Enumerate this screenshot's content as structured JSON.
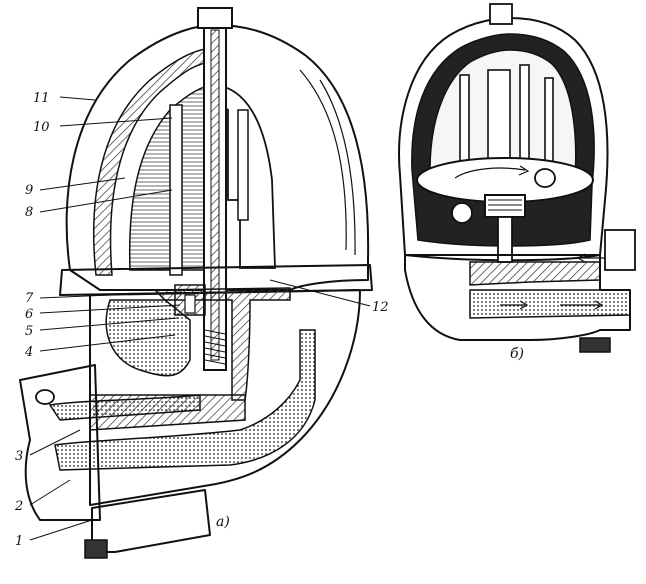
{
  "figure": {
    "view_a": {
      "caption": "a)",
      "callouts": [
        "1",
        "2",
        "3",
        "4",
        "5",
        "6",
        "7",
        "8",
        "9",
        "10",
        "11",
        "12"
      ]
    },
    "view_b": {
      "caption": "б)"
    },
    "colors": {
      "ink": "#111111",
      "paper": "#ffffff",
      "hatch": "#555555"
    }
  }
}
